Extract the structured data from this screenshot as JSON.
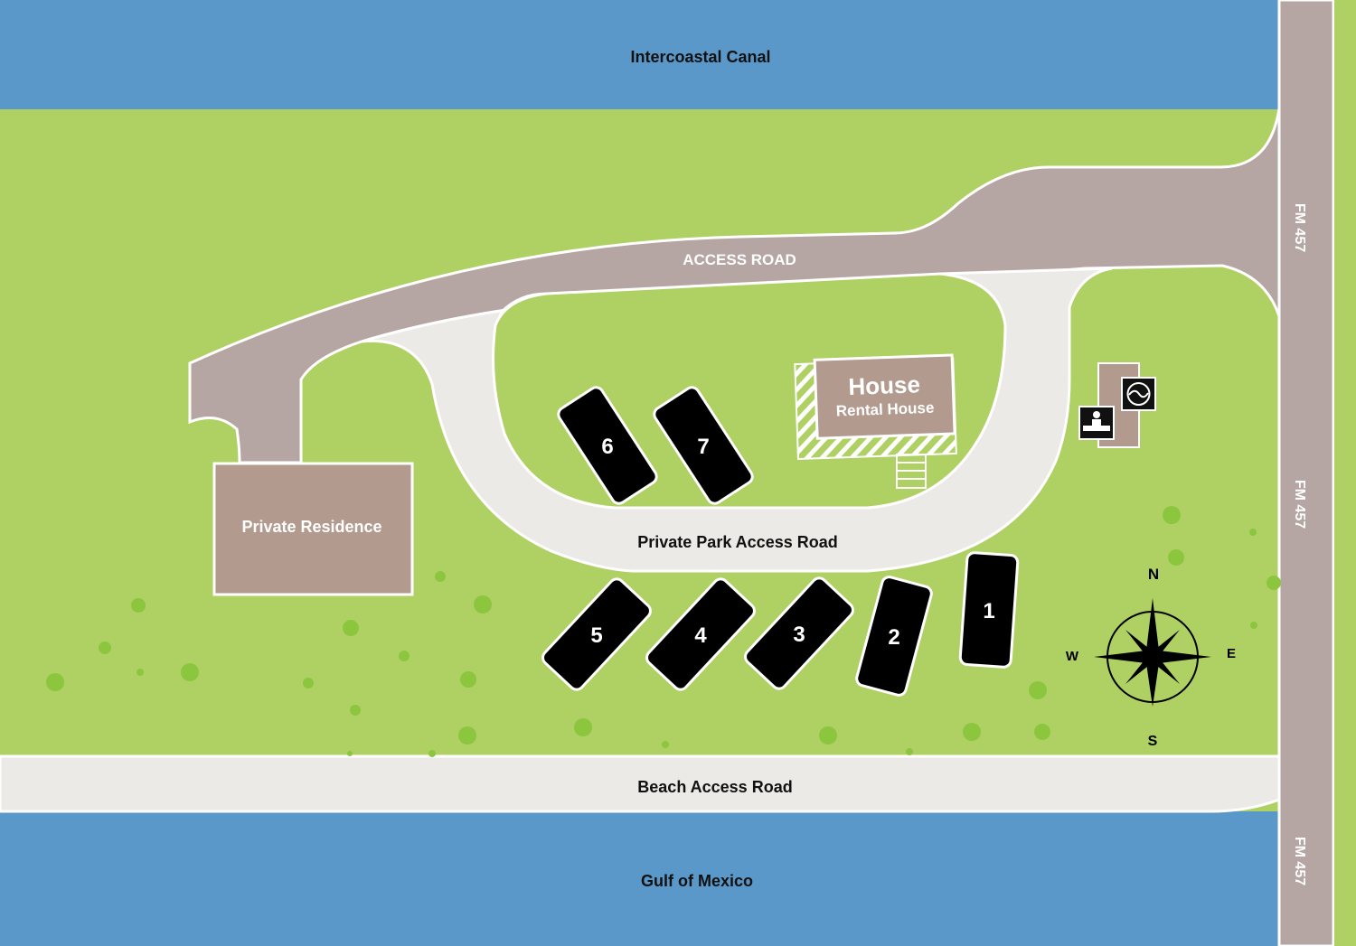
{
  "water": {
    "north": "Intercoastal Canal",
    "south": "Gulf of Mexico"
  },
  "roads": {
    "access_road": "ACCESS ROAD",
    "private_park_access_road": "Private Park Access Road",
    "beach_access_road": "Beach Access Road",
    "highway": "FM 457"
  },
  "buildings": {
    "private_residence": "Private Residence",
    "house_title": "House",
    "house_subtitle": "Rental House"
  },
  "sites": [
    "1",
    "2",
    "3",
    "4",
    "5",
    "6",
    "7"
  ],
  "compass": {
    "n": "N",
    "s": "S",
    "e": "E",
    "w": "W"
  },
  "icons": [
    "person-restroom-icon",
    "washer-icon"
  ],
  "colors": {
    "water": "#5a98c9",
    "grass": "#afd063",
    "main_road": "#b5a5a3",
    "park_road": "#ebeae6",
    "building": "#b29a8f",
    "site": "#000000",
    "tree": "#8cc63f"
  }
}
